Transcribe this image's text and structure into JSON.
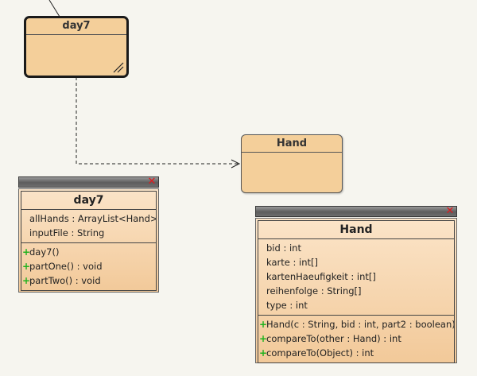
{
  "diagram": {
    "package_day7": {
      "title": "day7"
    },
    "class_hand": {
      "title": "Hand"
    }
  },
  "inspector_day7": {
    "title": "day7",
    "close_glyph": "✕",
    "attributes": [
      "allHands : ArrayList<Hand>",
      "inputFile : String"
    ],
    "methods": [
      "day7()",
      "partOne() : void",
      "partTwo() : void"
    ]
  },
  "inspector_hand": {
    "title": "Hand",
    "close_glyph": "✕",
    "attributes": [
      "bid : int",
      "karte : int[]",
      "kartenHaeufigkeit : int[]",
      "reihenfolge : String[]",
      "type : int"
    ],
    "methods": [
      "Hand(c : String, bid : int, part2 : boolean)",
      "compareTo(other : Hand) : int",
      "compareTo(Object) : int"
    ]
  },
  "colors": {
    "box_fill": "#f4cf9a",
    "public_marker": "#1fb21f",
    "close": "#e3171b"
  }
}
